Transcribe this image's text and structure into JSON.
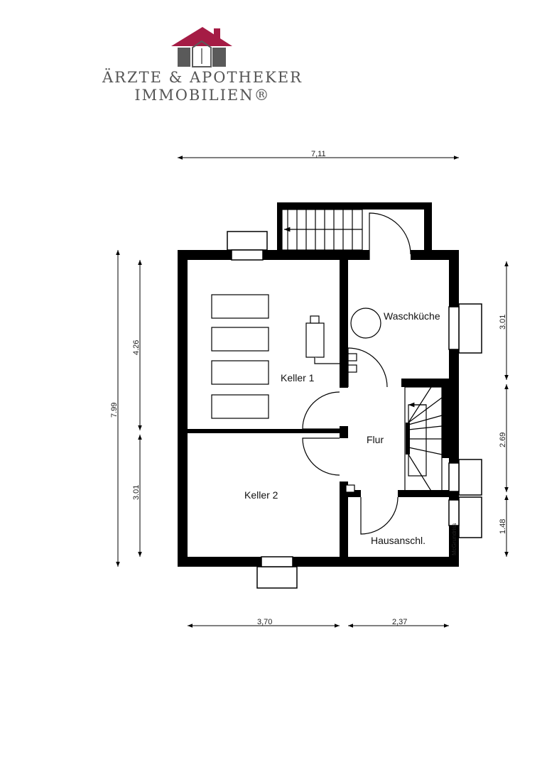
{
  "logo": {
    "line1": "ÄRZTE & APOTHEKER",
    "line2": "IMMOBILIEN®",
    "roof_color": "#a51c45",
    "body_color": "#5a5a5a"
  },
  "rooms": {
    "keller1": "Keller 1",
    "keller2": "Keller 2",
    "waschkueche": "Waschküche",
    "flur": "Flur",
    "hausanschl": "Hausanschl."
  },
  "dimensions": {
    "top": "7,11",
    "left_total": "7.99",
    "left_upper": "4.26",
    "left_lower": "3.01",
    "right_upper": "3.01",
    "right_middle": "2.69",
    "right_lower": "1.48",
    "bottom_left": "3,70",
    "bottom_right": "2,37"
  },
  "credit": "McGrundriss"
}
